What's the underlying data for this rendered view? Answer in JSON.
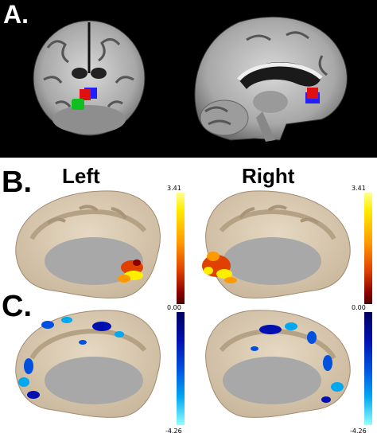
{
  "panels": {
    "a_label": "A.",
    "b_label": "B.",
    "c_label": "C."
  },
  "hemispheres": {
    "left": "Left",
    "right": "Right"
  },
  "colorbars": {
    "warm_left": {
      "max": "3.41",
      "colors": [
        "#ffff90",
        "#ffee00",
        "#ff9900",
        "#e04000",
        "#8a0000"
      ]
    },
    "warm_right": {
      "max": "3.41"
    },
    "cool_left": {
      "top": "0.00",
      "bottom": "-4.26",
      "colors": [
        "#000060",
        "#0050e0",
        "#00a8f0",
        "#90ffff"
      ]
    },
    "cool_right": {
      "top": "0.00",
      "bottom": "-4.26"
    }
  },
  "roi_colors": {
    "red": "#e01010",
    "blue": "#2020ff",
    "green": "#10c020"
  }
}
